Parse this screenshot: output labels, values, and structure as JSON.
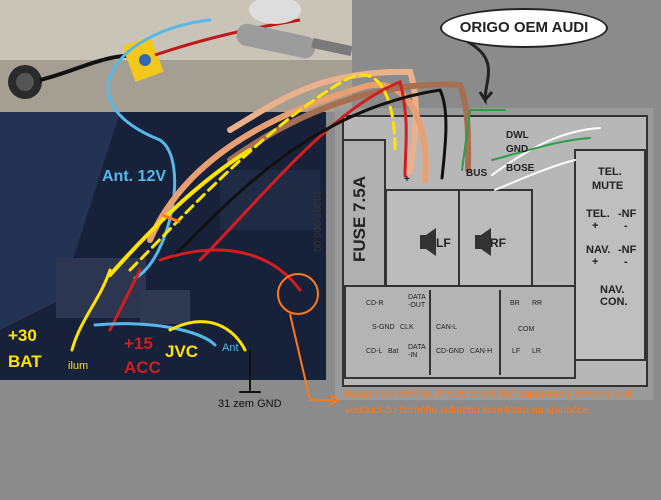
{
  "title": "ORIGO OEM AUDI",
  "labels": {
    "ant12v": "Ant. 12V",
    "bat30": "+30",
    "bat": "BAT",
    "ilum": "ilum",
    "acc15": "+15",
    "acc": "ACC",
    "jvc": "JVC",
    "ant": "Ant",
    "gnd": "31 zem GND"
  },
  "connector": {
    "part_number": "18397-006.00",
    "fuse": "FUSE 7.5A",
    "top_pins": [
      "+",
      "BUS",
      "DWL",
      "GND",
      "BOSE"
    ],
    "speakers": [
      "LF",
      "RF"
    ],
    "right_labels": [
      "TEL.",
      "MUTE",
      "TEL.",
      "-NF",
      "+",
      "-",
      "NAV.",
      "-NF",
      "+",
      "-",
      "NAV.",
      "CON."
    ],
    "pins": [
      "CD-R",
      "DATA",
      "-OUT",
      "BR",
      "RR",
      "S-GND",
      "CLK",
      "CAN-L",
      "COM",
      "CD-L",
      "Bat",
      "DATA",
      "-IN",
      "CD-GND",
      "CAN-H",
      "LF",
      "LR"
    ]
  },
  "note": "Ke spínací skříňce. Prý by to měl být samostatný červený drát vedoucí do černého kulatého konektoru na spínačce.",
  "colors": {
    "bg": "#8b8b8b",
    "photo": "#17223a",
    "accent": "#ff7a1a",
    "yellow": "#ffe400",
    "sky": "#57b8ea",
    "red": "#d21e1e"
  }
}
